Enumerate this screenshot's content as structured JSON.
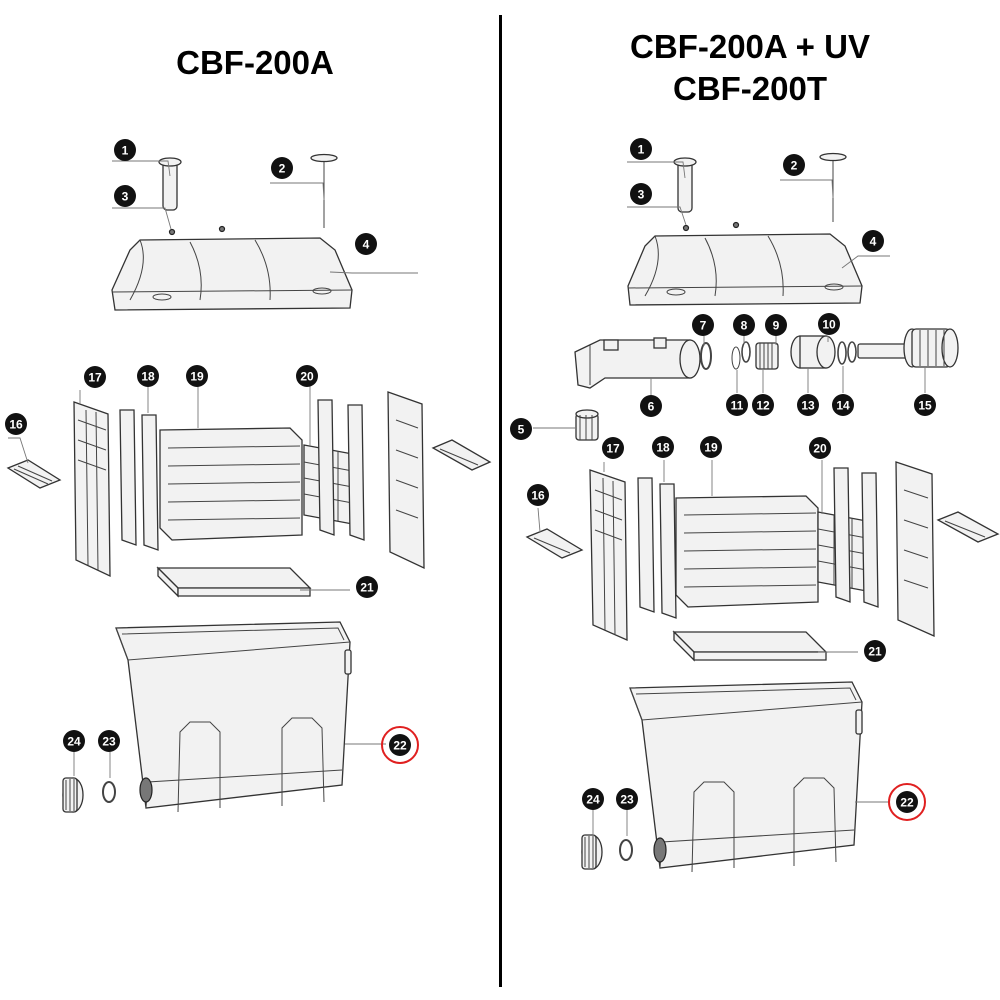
{
  "titles": {
    "left": "CBF-200A",
    "right_line1": "CBF-200A + UV",
    "right_line2": "CBF-200T"
  },
  "colors": {
    "callout": "#111111",
    "highlight": "#e02020",
    "divider": "#000000"
  },
  "left_callouts": [
    "1",
    "2",
    "3",
    "4",
    "16",
    "17",
    "18",
    "19",
    "20",
    "21",
    "22",
    "23",
    "24"
  ],
  "right_callouts": [
    "1",
    "2",
    "3",
    "4",
    "5",
    "6",
    "7",
    "8",
    "9",
    "10",
    "11",
    "12",
    "13",
    "14",
    "15",
    "16",
    "17",
    "18",
    "19",
    "20",
    "21",
    "22",
    "23",
    "24"
  ],
  "highlighted_part": "22"
}
